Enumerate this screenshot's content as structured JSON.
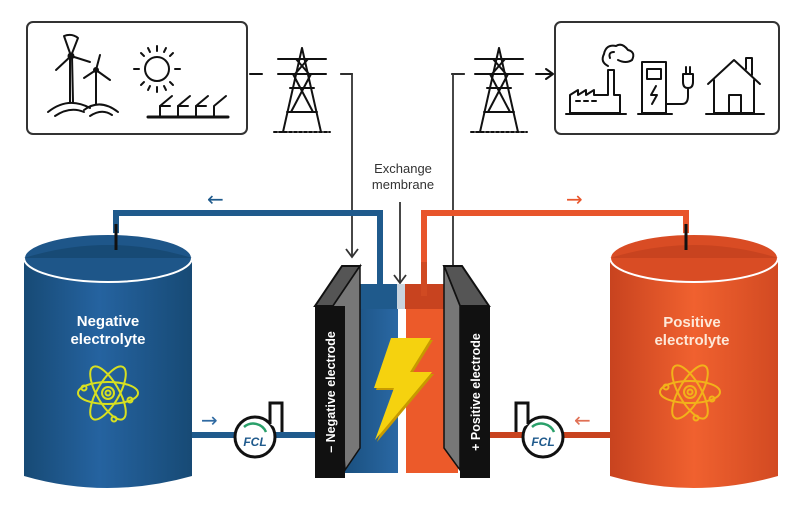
{
  "diagram": {
    "title": "Redox flow battery",
    "labels": {
      "membrane_line1": "Exchange",
      "membrane_line2": "membrane",
      "negative_electrode": "– Negative electrode",
      "positive_electrode": "+ Positive electrode",
      "negative_tank_line1": "Negative",
      "negative_tank_line2": "electrolyte",
      "positive_tank_line1": "Positive",
      "positive_tank_line2": "electrolyte",
      "pump_logo": "FCL"
    },
    "sources_box": {
      "icons": [
        "wind-turbine-icon",
        "sun-icon",
        "solar-panel-icon"
      ]
    },
    "consumers_box": {
      "icons": [
        "factory-icon",
        "charging-station-icon",
        "house-icon"
      ]
    },
    "flow_arrows": {
      "top_left": "←",
      "top_right": "→",
      "bottom_left": "→",
      "bottom_right": "←"
    },
    "colors": {
      "negative": "#1f5a8c",
      "negative_dark": "#174a75",
      "positive": "#e8552b",
      "positive_dark": "#c8431f",
      "electrode": "#1a1a1a",
      "bolt": "#f5d20f",
      "atom_negative": "#d8e020",
      "atom_positive": "#f2b21a"
    }
  }
}
